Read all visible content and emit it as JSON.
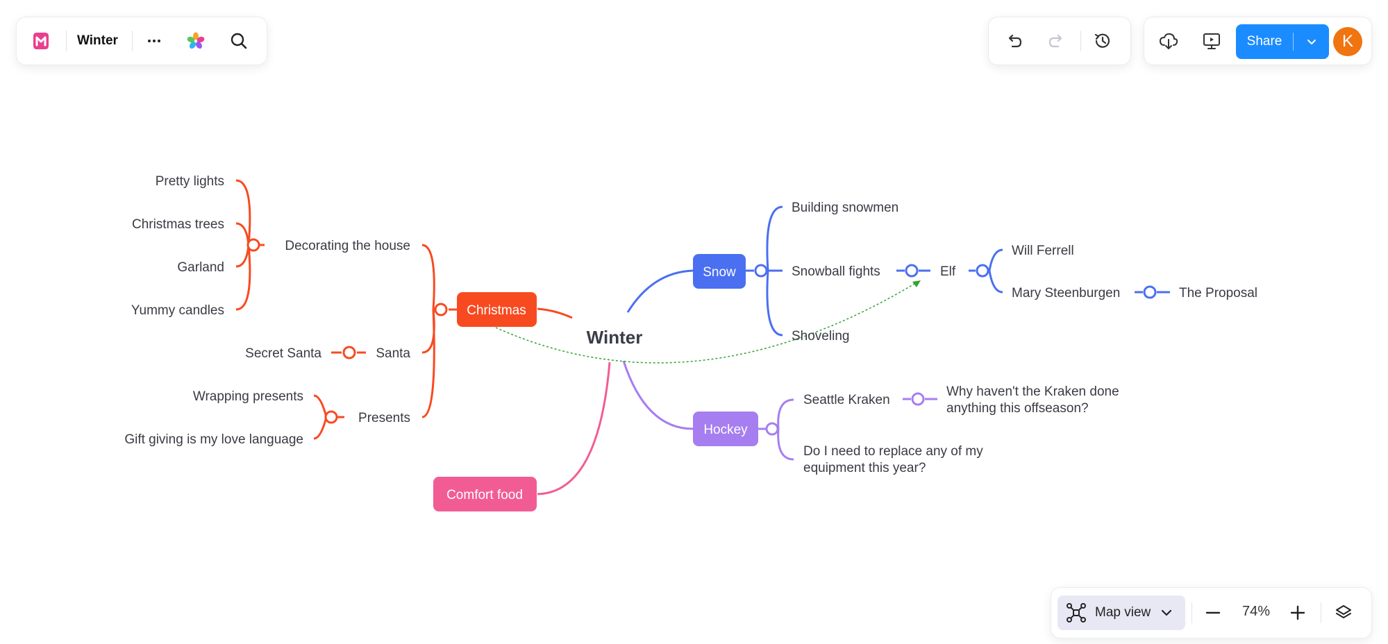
{
  "app": {
    "title": "Winter",
    "share_label": "Share",
    "avatar_initial": "K",
    "zoom": "74%",
    "map_view_label": "Map view"
  },
  "colors": {
    "christmas": "#f84a20",
    "snow": "#4a6ff0",
    "hockey": "#a67ef0",
    "comfort": "#f25c94",
    "link": "#31a331",
    "share": "#1a8cff",
    "avatar": "#f07410"
  },
  "icons": [
    "logo-icon",
    "more-icon",
    "theme-icon",
    "search-icon",
    "undo-icon",
    "redo-icon",
    "history-icon",
    "download-icon",
    "present-icon",
    "chevron-down-icon",
    "mapview-icon",
    "zoom-out-icon",
    "zoom-in-icon",
    "layers-icon"
  ],
  "mindmap": {
    "root": "Winter",
    "christmas": {
      "label": "Christmas",
      "decorating": "Decorating the house",
      "decorating_items": [
        "Pretty lights",
        "Christmas trees",
        "Garland",
        "Yummy candles"
      ],
      "santa": "Santa",
      "secret_santa": "Secret Santa",
      "presents": "Presents",
      "presents_items": [
        "Wrapping presents",
        "Gift giving is my love language"
      ]
    },
    "comfort": {
      "label": "Comfort food"
    },
    "snow": {
      "label": "Snow",
      "items": [
        "Building snowmen",
        "Snowball fights",
        "Shoveling"
      ],
      "elf": "Elf",
      "elf_items": [
        "Will Ferrell",
        "Mary Steenburgen"
      ],
      "proposal": "The Proposal"
    },
    "hockey": {
      "label": "Hockey",
      "kraken": "Seattle Kraken",
      "kraken_q": [
        "Why haven't the Kraken done",
        "anything this offseason?"
      ],
      "equipment": [
        "Do I need to replace any of my",
        "equipment this year?"
      ]
    }
  }
}
